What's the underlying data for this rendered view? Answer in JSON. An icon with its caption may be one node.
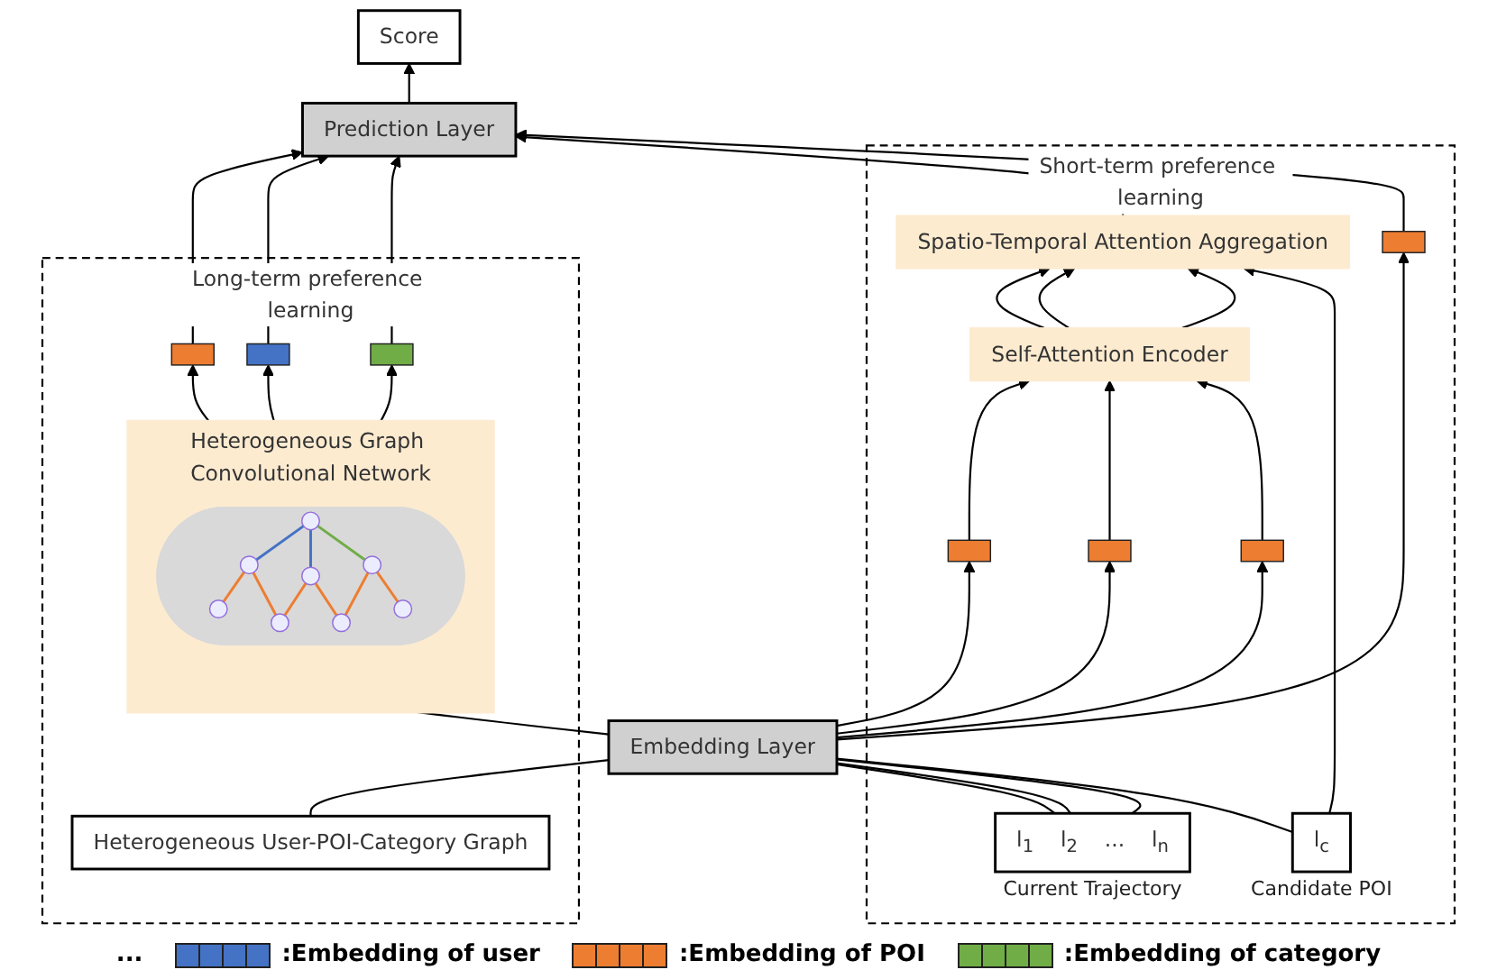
{
  "diagram": {
    "nodes": [
      {
        "text": [
          "Score"
        ]
      },
      {
        "text": [
          "Prediction Layer"
        ]
      },
      {
        "text": [
          "Long-term preference learning"
        ]
      },
      {
        "text": [],
        "shape": "bar",
        "in": 2
      },
      {
        "text": [],
        "shape": "bar",
        "in": 2
      },
      {
        "text": [],
        "shape": "bar",
        "in": 2
      },
      {
        "text": [
          "Heterogeneous Graph Convolutional Network"
        ],
        "in": 2
      },
      {
        "text": [],
        "shape": "picture",
        "in": 6
      },
      {
        "text": [
          "Short-term preference learning"
        ]
      },
      {
        "text": [
          "Spatio-Temporal Attention Aggregation"
        ],
        "in": 8
      },
      {
        "text": [
          "Self-Attention Encoder"
        ],
        "in": 8
      },
      {
        "text": [],
        "shape": "bar",
        "in": 8
      },
      {
        "text": [],
        "shape": "bar",
        "in": 8
      },
      {
        "text": [],
        "shape": "bar",
        "in": 8
      },
      {
        "text": [],
        "shape": "bar",
        "in": 8
      },
      {
        "text": [
          "Embedding Layer"
        ]
      },
      {
        "text": [
          "Heterogeneous User-POI-Category Graph"
        ],
        "in": 2
      },
      {
        "text": [
          "l$_{1}$",
          "l$_{2}$",
          "...",
          "l$_{n}$"
        ],
        "beside": [
          "Current Trajectory"
        ],
        "in": 8
      },
      {
        "text": [
          "l$_{c}$"
        ],
        "beside": [
          "Candidate POI"
        ],
        "in": 8
      }
    ],
    "edges": [
      {
        "from": 1,
        "to": 0,
        "arrow": "to"
      },
      {
        "from": 3,
        "to": 1,
        "arrow": "to"
      },
      {
        "from": 4,
        "to": 1,
        "arrow": "to"
      },
      {
        "from": 5,
        "to": 1,
        "arrow": "to"
      },
      {
        "from": 6,
        "to": 3,
        "arrow": "to"
      },
      {
        "from": 6,
        "to": 4,
        "arrow": "to"
      },
      {
        "from": 6,
        "to": 5,
        "arrow": "to"
      },
      {
        "from": 15,
        "to": 6,
        "arrow": "to"
      },
      {
        "from": 16,
        "to": 15,
        "arrow": "none"
      },
      {
        "from": 9,
        "to": 1,
        "arrow": "to"
      },
      {
        "from": 10,
        "to": 9,
        "arrow": "to"
      },
      {
        "from": 10,
        "to": 9,
        "arrow": "to"
      },
      {
        "from": 10,
        "to": 9,
        "arrow": "to"
      },
      {
        "from": 11,
        "to": 10,
        "arrow": "to"
      },
      {
        "from": 12,
        "to": 10,
        "arrow": "to"
      },
      {
        "from": 13,
        "to": 10,
        "arrow": "to"
      },
      {
        "from": 14,
        "to": 1,
        "arrow": "to"
      },
      {
        "from": 15,
        "to": 11,
        "arrow": "to"
      },
      {
        "from": 15,
        "to": 12,
        "arrow": "to"
      },
      {
        "from": 15,
        "to": 13,
        "arrow": "to"
      },
      {
        "from": 15,
        "to": 14,
        "arrow": "to"
      },
      {
        "from": 17,
        "to": 15,
        "arrow": "none"
      },
      {
        "from": 17,
        "to": 15,
        "arrow": "none"
      },
      {
        "from": 17,
        "to": 15,
        "arrow": "none"
      },
      {
        "from": 18,
        "to": 15,
        "arrow": "none"
      },
      {
        "from": 18,
        "to": 9,
        "arrow": "to"
      }
    ],
    "labels": [
      "..."
    ],
    "legend": [
      {
        "text": ":Embedding of user",
        "color": "#4472c4"
      },
      {
        "text": ":Embedding of POI",
        "color": "#ed7d31"
      },
      {
        "text": ":Embedding of category",
        "color": "#70ad47"
      }
    ]
  }
}
